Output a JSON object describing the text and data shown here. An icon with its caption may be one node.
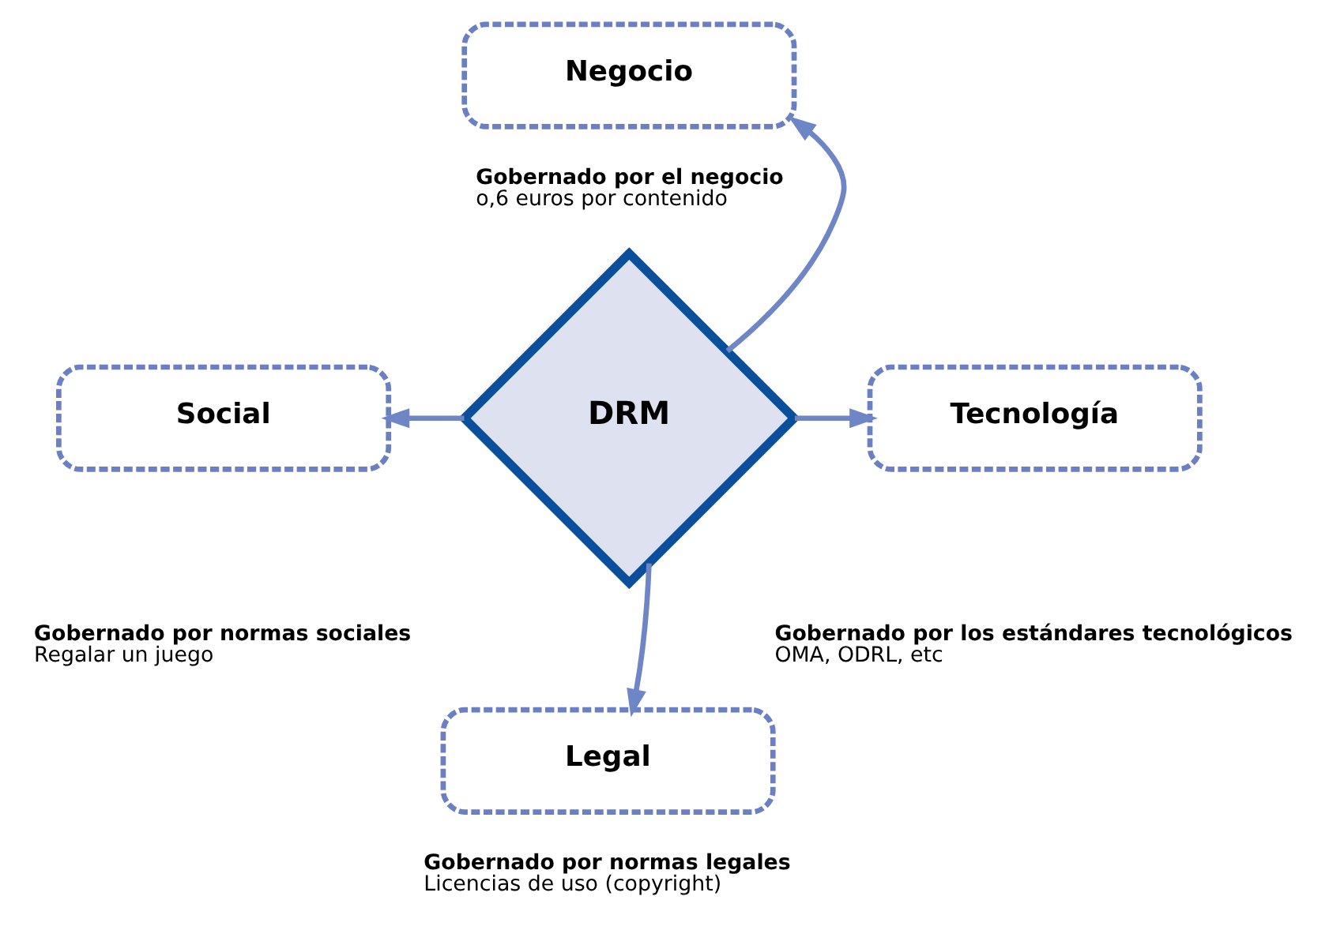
{
  "diagram": {
    "nodes": [
      {
        "text": [
          "Negocio"
        ],
        "beside": [
          "Gobernado por el negocio",
          "o,6 euros por contenido"
        ]
      },
      {
        "text": [
          "Social"
        ],
        "beside": [
          "Gobernado por normas sociales",
          "Regalar un juego"
        ]
      },
      {
        "text": [
          "DRM"
        ]
      },
      {
        "text": [
          "Tecnología"
        ],
        "beside": [
          "Gobernado por los estándares tecnológicos",
          "OMA, ODRL, etc"
        ]
      },
      {
        "text": [
          "Legal"
        ],
        "beside": [
          "Gobernado por normas legales",
          "Licencias de uso (copyright)"
        ]
      }
    ],
    "edges": [
      {
        "from": 2,
        "to": 0,
        "arrow": "to"
      },
      {
        "from": 2,
        "to": 1,
        "arrow": "to"
      },
      {
        "from": 2,
        "to": 3,
        "arrow": "to"
      },
      {
        "from": 2,
        "to": 4,
        "arrow": "to"
      }
    ]
  }
}
